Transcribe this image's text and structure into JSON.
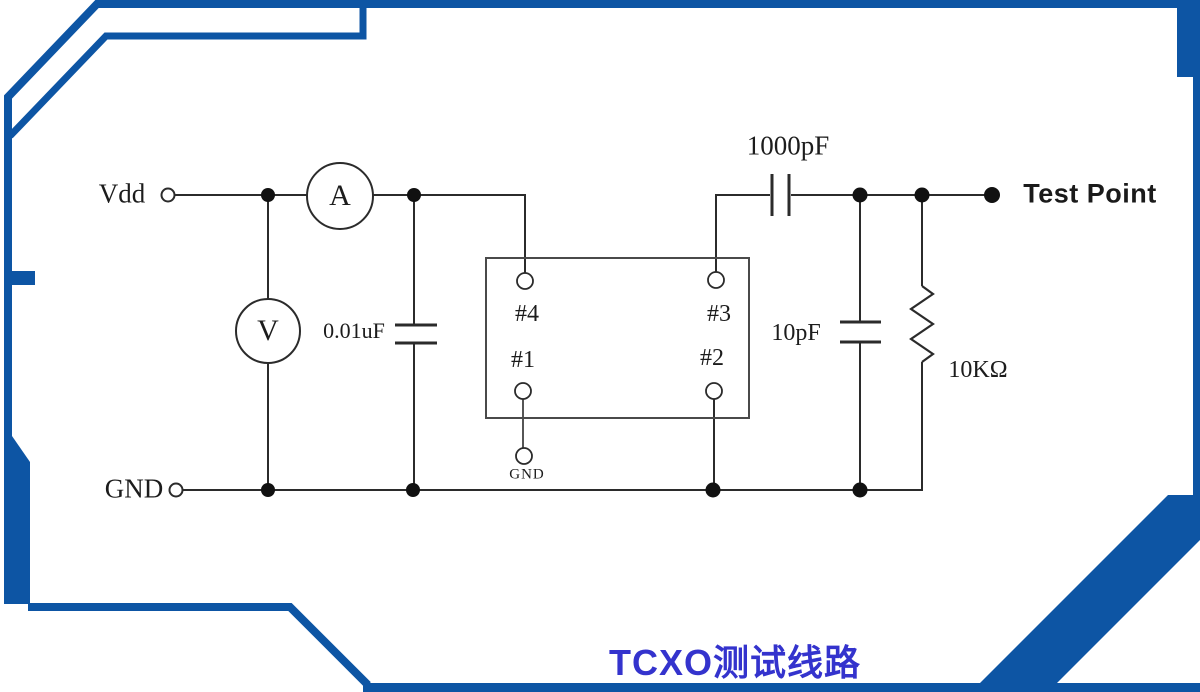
{
  "title": "TCXO测试线路",
  "colors": {
    "frame_blue": "#0d55a4",
    "title_blue": "#3433cd",
    "wire": "#2b2b2b"
  },
  "circuit": {
    "labels": {
      "vdd": "Vdd",
      "gnd_rail": "GND",
      "ammeter": "A",
      "voltmeter": "V",
      "cap_decoupling": "0.01uF",
      "cap_coupling": "1000pF",
      "cap_load": "10pF",
      "resistor_load": "10KΩ",
      "pin4": "#4",
      "pin3": "#3",
      "pin1": "#1",
      "pin2": "#2",
      "pin1_gnd": "GND",
      "test_point": "Test Point"
    }
  }
}
